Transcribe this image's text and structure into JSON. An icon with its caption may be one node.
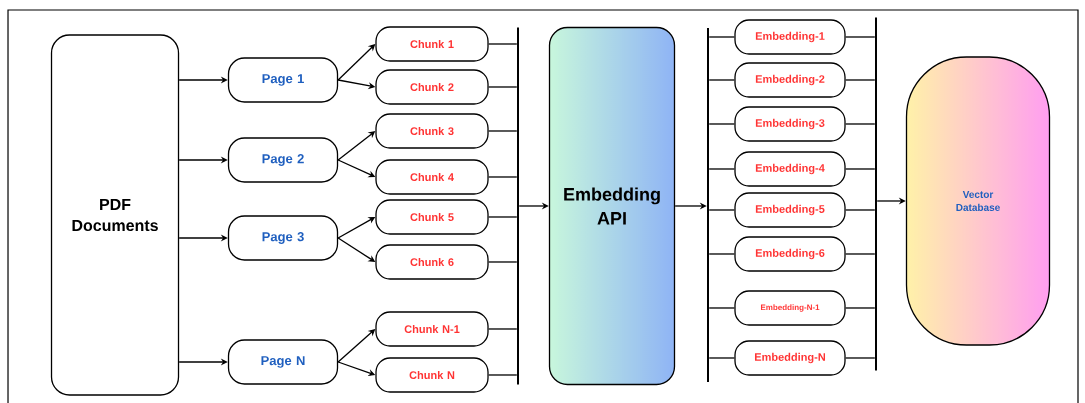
{
  "diagram": {
    "nodes": [
      {
        "text": [
          "PDF Documents"
        ]
      },
      {
        "text": [
          "Page 1"
        ]
      },
      {
        "text": [
          "Page 2"
        ]
      },
      {
        "text": [
          "Page 3"
        ]
      },
      {
        "text": [
          "Page N"
        ]
      },
      {
        "text": [
          "Chunk 1"
        ]
      },
      {
        "text": [
          "Chunk 2"
        ]
      },
      {
        "text": [
          "Chunk 3"
        ]
      },
      {
        "text": [
          "Chunk 4"
        ]
      },
      {
        "text": [
          "Chunk 5"
        ]
      },
      {
        "text": [
          "Chunk 6"
        ]
      },
      {
        "text": [
          "Chunk N-1"
        ]
      },
      {
        "text": [
          "Chunk N"
        ]
      },
      {
        "text": [],
        "shape": "bar"
      },
      {
        "text": [
          "Embedding API"
        ]
      },
      {
        "text": [],
        "shape": "bar"
      },
      {
        "text": [
          "Embedding-1"
        ]
      },
      {
        "text": [
          "Embedding-2"
        ]
      },
      {
        "text": [
          "Embedding-3"
        ]
      },
      {
        "text": [
          "Embedding-4"
        ]
      },
      {
        "text": [
          "Embedding-5"
        ]
      },
      {
        "text": [
          "Embedding-6"
        ]
      },
      {
        "text": [
          "Embedding-N-1"
        ]
      },
      {
        "text": [
          "Embedding-N"
        ]
      },
      {
        "text": [],
        "shape": "bar"
      },
      {
        "text": [
          "Vector Database"
        ]
      }
    ],
    "edges": [
      {
        "from": 0,
        "to": 1,
        "arrow": "to"
      },
      {
        "from": 0,
        "to": 2,
        "arrow": "to"
      },
      {
        "from": 0,
        "to": 3,
        "arrow": "to"
      },
      {
        "from": 0,
        "to": 4,
        "arrow": "to"
      },
      {
        "from": 1,
        "to": 5,
        "arrow": "to"
      },
      {
        "from": 1,
        "to": 6,
        "arrow": "to"
      },
      {
        "from": 2,
        "to": 7,
        "arrow": "to"
      },
      {
        "from": 2,
        "to": 8,
        "arrow": "to"
      },
      {
        "from": 3,
        "to": 9,
        "arrow": "to"
      },
      {
        "from": 3,
        "to": 10,
        "arrow": "to"
      },
      {
        "from": 4,
        "to": 11,
        "arrow": "to"
      },
      {
        "from": 4,
        "to": 12,
        "arrow": "to"
      },
      {
        "from": 5,
        "to": 13,
        "arrow": "none"
      },
      {
        "from": 6,
        "to": 13,
        "arrow": "none"
      },
      {
        "from": 7,
        "to": 13,
        "arrow": "none"
      },
      {
        "from": 8,
        "to": 13,
        "arrow": "none"
      },
      {
        "from": 9,
        "to": 13,
        "arrow": "none"
      },
      {
        "from": 10,
        "to": 13,
        "arrow": "none"
      },
      {
        "from": 11,
        "to": 13,
        "arrow": "none"
      },
      {
        "from": 12,
        "to": 13,
        "arrow": "none"
      },
      {
        "from": 13,
        "to": 14,
        "arrow": "to"
      },
      {
        "from": 14,
        "to": 15,
        "arrow": "to"
      },
      {
        "from": 15,
        "to": 16,
        "arrow": "none"
      },
      {
        "from": 15,
        "to": 17,
        "arrow": "none"
      },
      {
        "from": 15,
        "to": 18,
        "arrow": "none"
      },
      {
        "from": 15,
        "to": 19,
        "arrow": "none"
      },
      {
        "from": 15,
        "to": 20,
        "arrow": "none"
      },
      {
        "from": 15,
        "to": 21,
        "arrow": "none"
      },
      {
        "from": 15,
        "to": 22,
        "arrow": "none"
      },
      {
        "from": 15,
        "to": 23,
        "arrow": "none"
      },
      {
        "from": 16,
        "to": 24,
        "arrow": "none"
      },
      {
        "from": 17,
        "to": 24,
        "arrow": "none"
      },
      {
        "from": 18,
        "to": 24,
        "arrow": "none"
      },
      {
        "from": 19,
        "to": 24,
        "arrow": "none"
      },
      {
        "from": 20,
        "to": 24,
        "arrow": "none"
      },
      {
        "from": 21,
        "to": 24,
        "arrow": "none"
      },
      {
        "from": 22,
        "to": 24,
        "arrow": "none"
      },
      {
        "from": 23,
        "to": 24,
        "arrow": "none"
      },
      {
        "from": 24,
        "to": 25,
        "arrow": "to"
      }
    ]
  }
}
